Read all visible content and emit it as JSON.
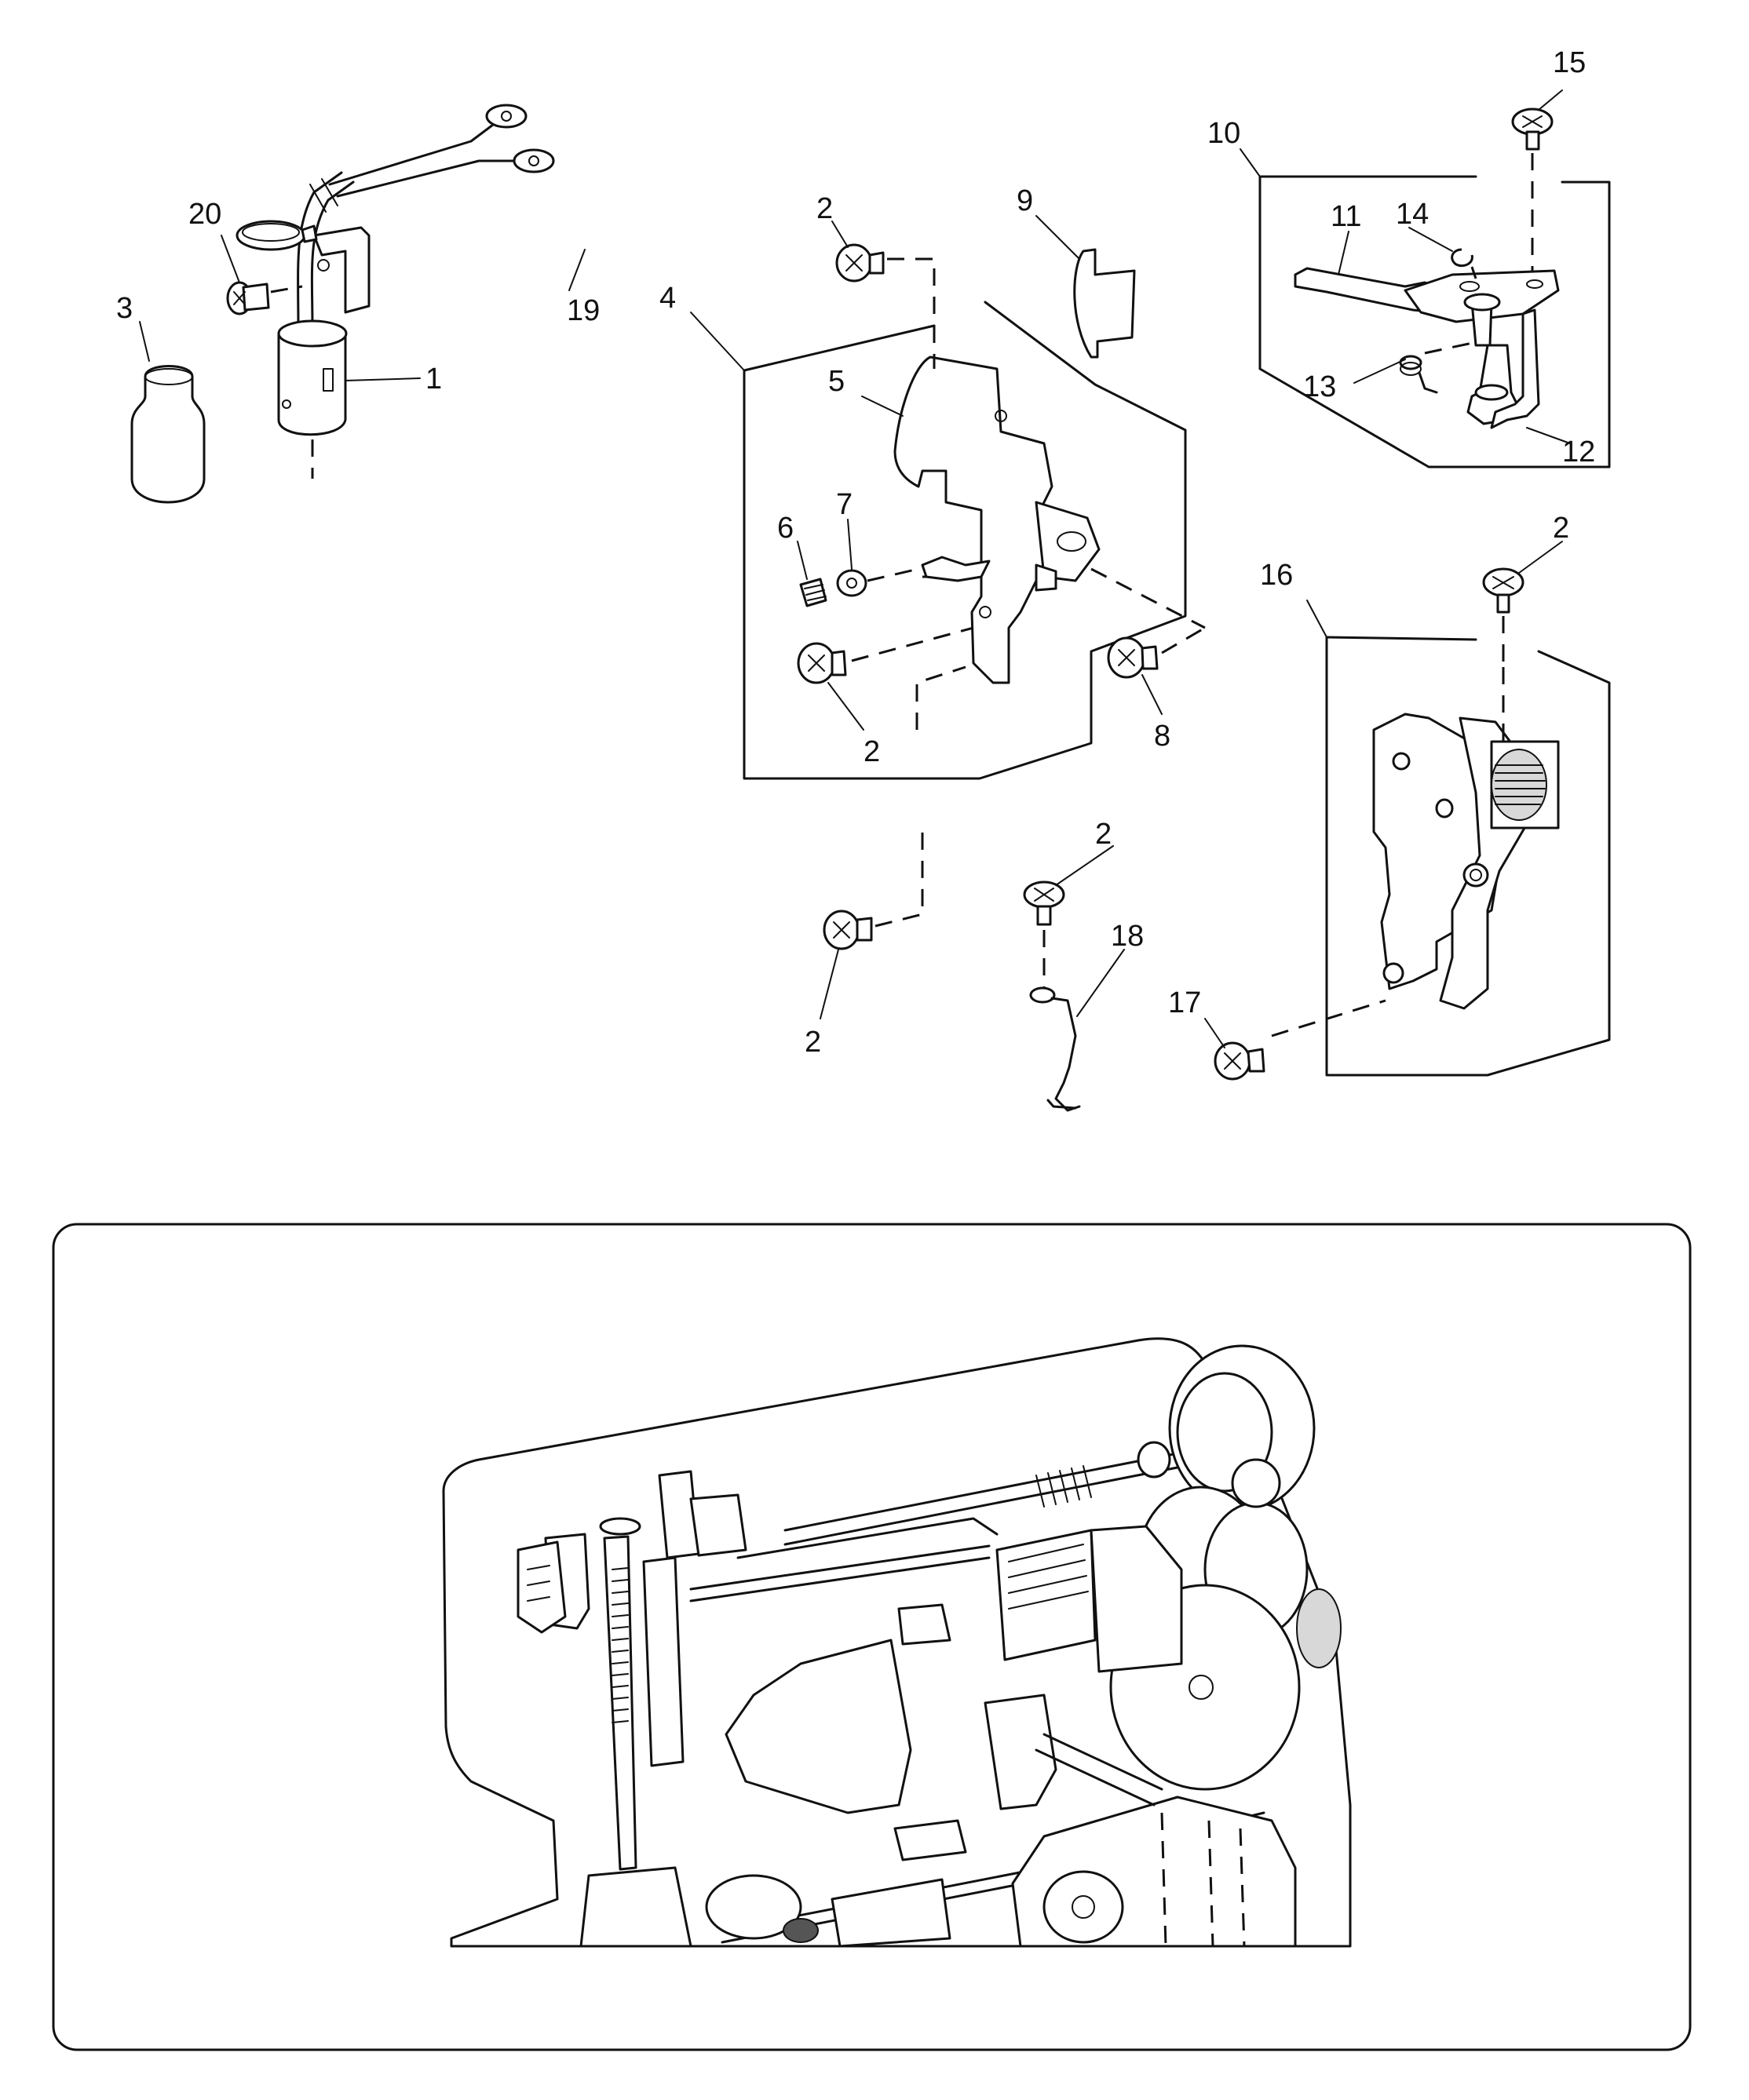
{
  "callouts": [
    {
      "id": "c1",
      "label": "1"
    },
    {
      "id": "c2a",
      "label": "2"
    },
    {
      "id": "c2b",
      "label": "2"
    },
    {
      "id": "c2c",
      "label": "2"
    },
    {
      "id": "c2d",
      "label": "2"
    },
    {
      "id": "c2e",
      "label": "2"
    },
    {
      "id": "c3",
      "label": "3"
    },
    {
      "id": "c4",
      "label": "4"
    },
    {
      "id": "c5",
      "label": "5"
    },
    {
      "id": "c6",
      "label": "6"
    },
    {
      "id": "c7",
      "label": "7"
    },
    {
      "id": "c8",
      "label": "8"
    },
    {
      "id": "c9",
      "label": "9"
    },
    {
      "id": "c10",
      "label": "10"
    },
    {
      "id": "c11",
      "label": "11"
    },
    {
      "id": "c12",
      "label": "12"
    },
    {
      "id": "c13",
      "label": "13"
    },
    {
      "id": "c14",
      "label": "14"
    },
    {
      "id": "c15",
      "label": "15"
    },
    {
      "id": "c16",
      "label": "16"
    },
    {
      "id": "c17",
      "label": "17"
    },
    {
      "id": "c18",
      "label": "18"
    },
    {
      "id": "c19",
      "label": "19"
    },
    {
      "id": "c20",
      "label": "20"
    }
  ]
}
